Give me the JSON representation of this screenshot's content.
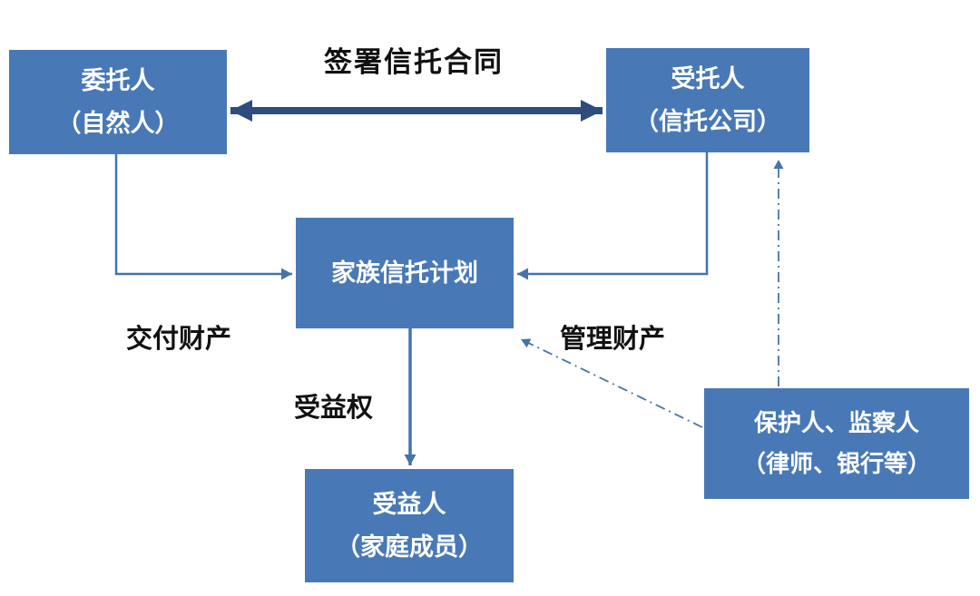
{
  "colors": {
    "box_fill": "#4879b6",
    "box_text": "#ffffff",
    "connector": "#4573ab",
    "thick_arrow": "#2e4d7e",
    "label_text": "#111111",
    "background": "#ffffff"
  },
  "nodes": {
    "settlor": {
      "line1": "委托人",
      "line2": "（自然人）"
    },
    "trustee": {
      "line1": "受托人",
      "line2": "（信托公司）"
    },
    "trust_plan": {
      "line1": "家族信托计划"
    },
    "beneficiary": {
      "line1": "受益人",
      "line2": "（家庭成员）"
    },
    "protector": {
      "line1": "保护人、监察人",
      "line2": "（律师、银行等）"
    }
  },
  "labels": {
    "sign_contract": "签署信托合同",
    "deliver_property": "交付财产",
    "manage_property": "管理财产",
    "beneficial_right": "受益权"
  },
  "arrows": [
    {
      "name": "sign-contract-arrow",
      "from": "settlor",
      "to": "trustee",
      "style": "thick-double-headed"
    },
    {
      "name": "settlor-to-plan-arrow",
      "from": "settlor",
      "to": "trust_plan",
      "style": "elbow-solid"
    },
    {
      "name": "trustee-to-plan-arrow",
      "from": "trustee",
      "to": "trust_plan",
      "style": "elbow-solid"
    },
    {
      "name": "plan-to-beneficiary-arrow",
      "from": "trust_plan",
      "to": "beneficiary",
      "style": "straight-solid"
    },
    {
      "name": "protector-to-plan-arrow",
      "from": "protector",
      "to": "trust_plan",
      "style": "dash-dot"
    },
    {
      "name": "protector-to-trustee-arrow",
      "from": "protector",
      "to": "trustee",
      "style": "dash-dot"
    }
  ]
}
